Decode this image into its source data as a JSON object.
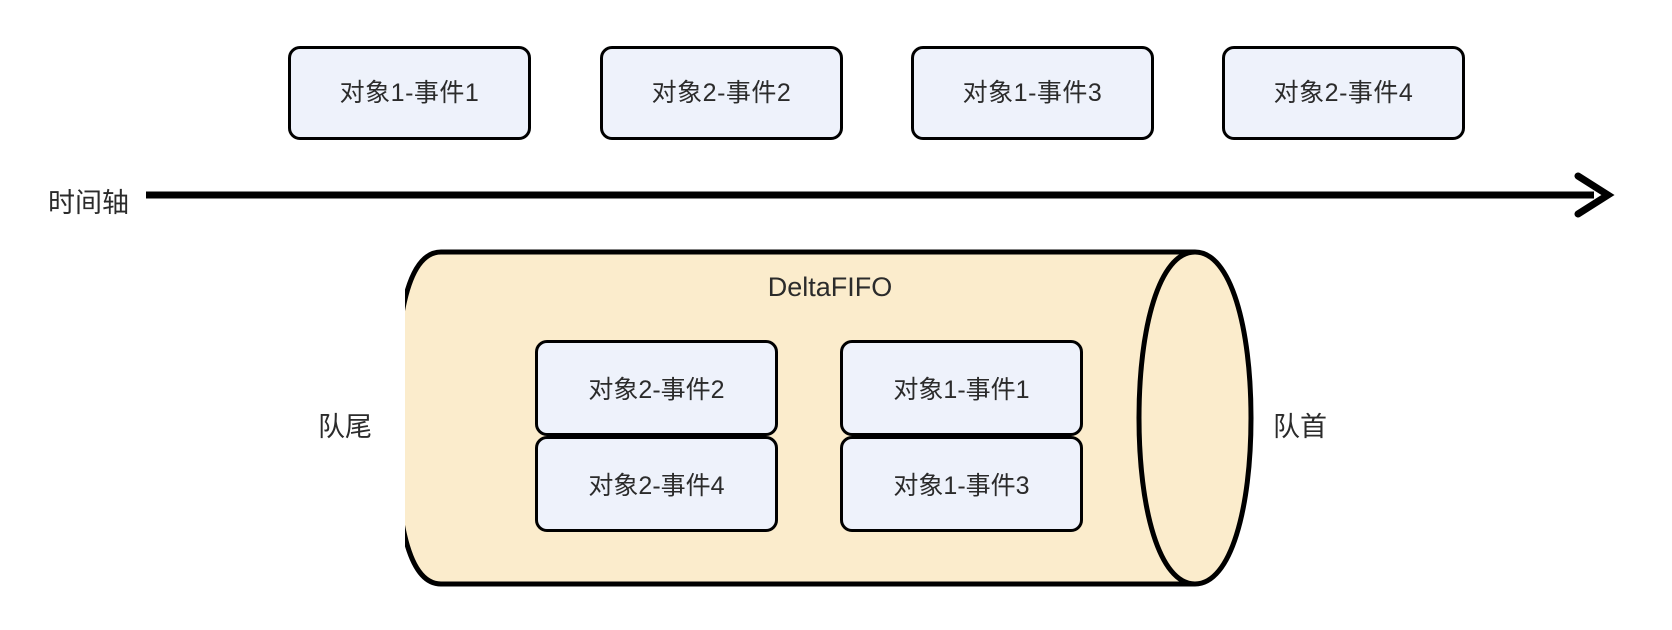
{
  "diagram": {
    "title": "DeltaFIFO",
    "colors": {
      "event_box_fill": "#eef2fb",
      "event_box_stroke": "#000000",
      "cylinder_fill": "#fbeccc",
      "cylinder_stroke": "#000000",
      "text": "#2b2b2b",
      "background": "#ffffff"
    }
  },
  "timeline": {
    "label": "时间轴",
    "arrow_direction": "right",
    "events": [
      {
        "label": "对象1-事件1"
      },
      {
        "label": "对象2-事件2"
      },
      {
        "label": "对象1-事件3"
      },
      {
        "label": "对象2-事件4"
      }
    ]
  },
  "fifo": {
    "title": "DeltaFIFO",
    "tail_label": "队尾",
    "head_label": "队首",
    "columns": [
      {
        "key": "object2",
        "items": [
          {
            "label": "对象2-事件2"
          },
          {
            "label": "对象2-事件4"
          }
        ]
      },
      {
        "key": "object1",
        "items": [
          {
            "label": "对象1-事件1"
          },
          {
            "label": "对象1-事件3"
          }
        ]
      }
    ]
  }
}
